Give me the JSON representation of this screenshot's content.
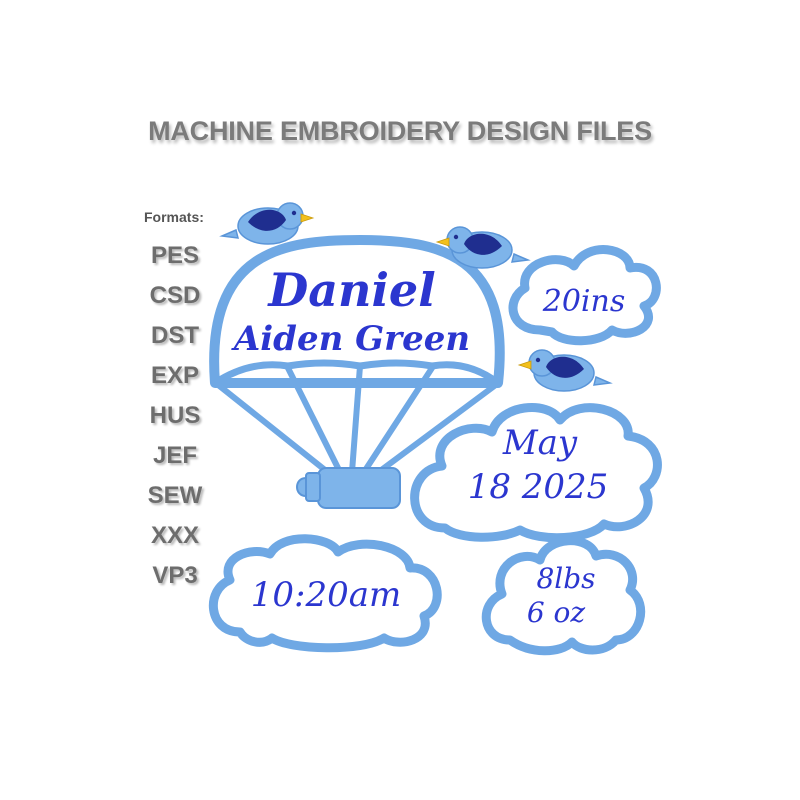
{
  "header": {
    "title": "MACHINE EMBROIDERY DESIGN FILES"
  },
  "formats": {
    "label": "Formats:",
    "items": [
      "PES",
      "CSD",
      "DST",
      "EXP",
      "HUS",
      "JEF",
      "SEW",
      "XXX",
      "VP3"
    ]
  },
  "design": {
    "first_name": "Daniel",
    "middle_last_name": "Aiden Green",
    "length": "20ins",
    "date_month": "May",
    "date_day_year": "18 2025",
    "time": "10:20am",
    "weight_lbs": "8lbs",
    "weight_oz": "6 oz"
  },
  "colors": {
    "outline_blue": "#6fa8e4",
    "fill_light_blue": "#7eb4ea",
    "text_blue": "#2b36cf",
    "bird_wing_navy": "#1f2e8f",
    "beak_yellow": "#f2c01c",
    "banner_gray": "#7b7b7b"
  },
  "icons": [
    "bird-icon",
    "parachute-icon",
    "baby-bottle-icon",
    "cloud-icon"
  ]
}
